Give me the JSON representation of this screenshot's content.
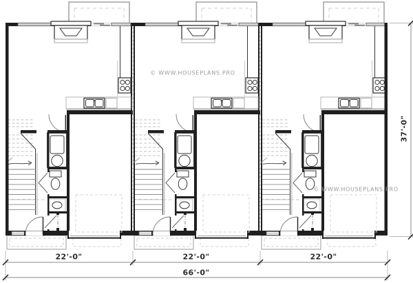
{
  "plan": {
    "units": 3,
    "dimensions": {
      "unit_widths": [
        "22'-0\"",
        "22'-0\"",
        "22'-0\""
      ],
      "overall_width": "66'-0\"",
      "overall_depth": "37'-0\""
    },
    "watermarks": [
      {
        "text": "© WWW.HOUSEPLANS.PRO"
      },
      {
        "text": "© WWW.HOUSEPLANS.PRO"
      }
    ],
    "colors": {
      "wall": "#1f1f1f",
      "light_line": "#aaaaaa",
      "dash": "#cccccc",
      "dim_text": "#2b2b2b",
      "watermark": "#9a9a9a"
    }
  }
}
